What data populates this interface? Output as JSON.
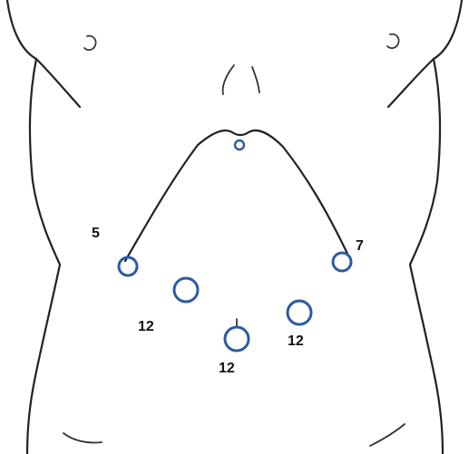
{
  "labels": {
    "port_left_upper": "5",
    "port_right_upper": "7",
    "port_left_lower": "12",
    "port_center_lower": "12",
    "port_right_lower": "12"
  },
  "colors": {
    "port_outline": "#2b5aa6",
    "body_outline": "#222222",
    "background": "#ffffff"
  }
}
